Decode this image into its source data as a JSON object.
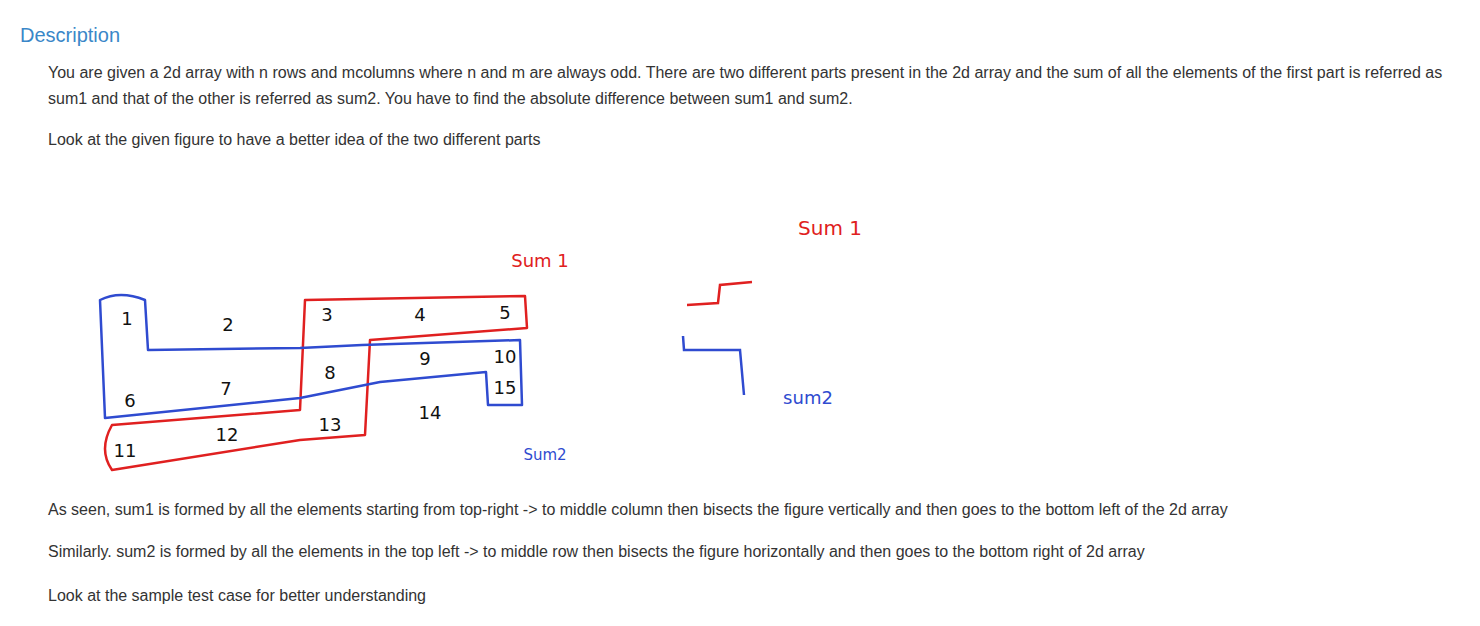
{
  "diagram": {
    "title": "Description",
    "labels": [
      "You are given a 2d array with n rows and mcolumns where n and m are always odd. There are two different parts present in the 2d array and the sum of all the elements of the first part is referred as sum1 and that of the other is referred as sum2. You have to find the absolute difference between sum1 and sum2.",
      "Look at the given figure to have a better idea of the two different parts",
      "1",
      "2",
      "3",
      "4",
      "5",
      "6",
      "7",
      "8",
      "9",
      "10",
      "11",
      "12",
      "13",
      "14",
      "15",
      "Sum 1",
      "Sum2",
      "Sum 1",
      "sum2",
      "As seen, sum1 is formed by all the elements starting from top-right -> to middle column then bisects the figure vertically and then goes to the bottom left of the 2d array",
      "Similarly. sum2 is formed by all the elements in the top left -> to middle row then bisects the figure horizontally and then goes to the bottom right of 2d array",
      "Look at the sample test case for better understanding"
    ]
  }
}
